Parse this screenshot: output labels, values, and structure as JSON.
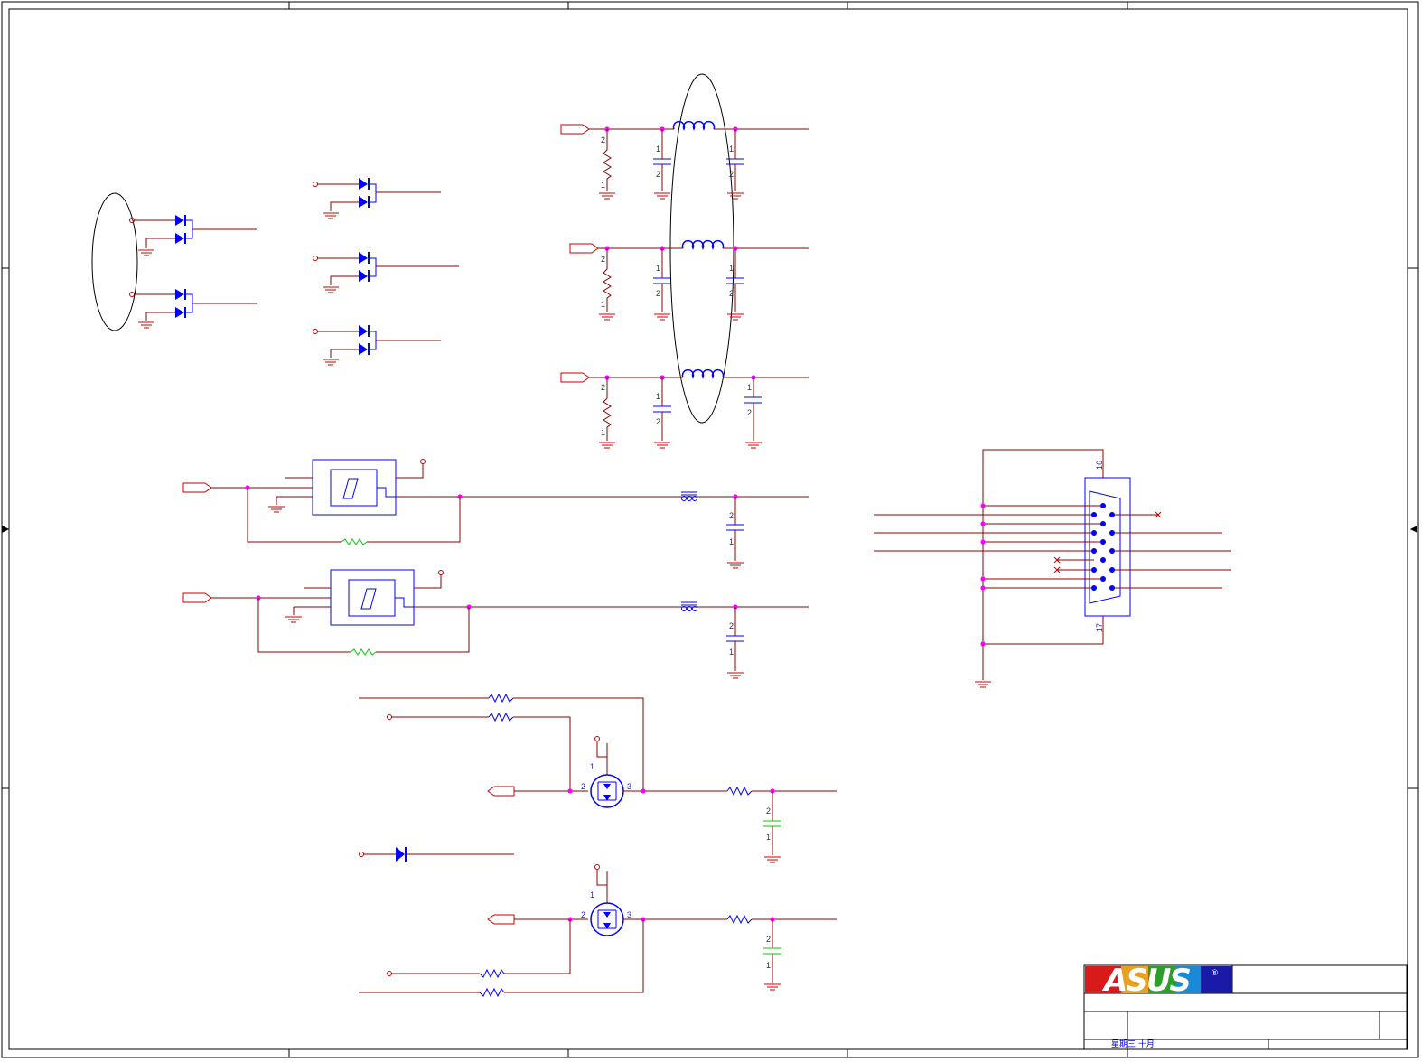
{
  "sheet": {
    "title_block": {
      "brand": "ASUS",
      "registered": "®",
      "date_label": "星期三  十月"
    }
  },
  "connector": {
    "top_pin": "16",
    "bottom_pin": "17"
  },
  "labels": {
    "pin1": "1",
    "pin2": "2",
    "pin3": "3"
  },
  "colors": {
    "wire": "#8b0000",
    "power": "#cc0000",
    "component": "#0000ff",
    "junction": "#ff00ff",
    "frame": "#000000",
    "highlight": "#00cc00"
  }
}
